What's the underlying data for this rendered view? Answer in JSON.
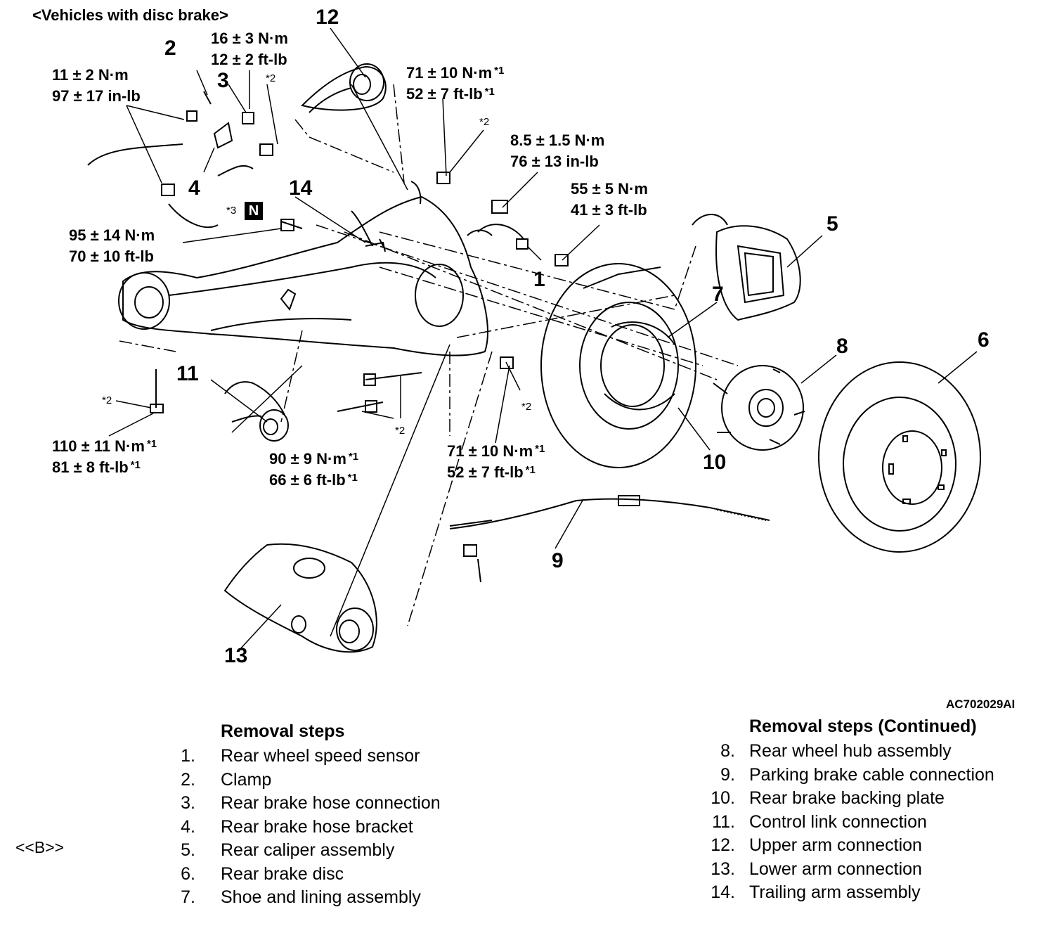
{
  "diagram": {
    "header": "<Vehicles with disc brake>",
    "figure_code": "AC702029AI",
    "callouts": [
      "1",
      "2",
      "3",
      "4",
      "5",
      "6",
      "7",
      "8",
      "9",
      "10",
      "11",
      "12",
      "13",
      "14"
    ],
    "torque": {
      "t1": {
        "nm": "16 ± 3 N·m",
        "ftlb": "12 ± 2 ft-lb"
      },
      "t2": {
        "nm": "11 ± 2 N·m",
        "ftlb": "97 ± 17 in-lb"
      },
      "t3": {
        "nm": "71 ± 10 N·m",
        "ftlb": "52 ± 7 ft-lb",
        "mark": "*1"
      },
      "t4": {
        "nm": "8.5 ± 1.5 N·m",
        "ftlb": "76 ± 13 in-lb"
      },
      "t5": {
        "nm": "55 ± 5 N·m",
        "ftlb": "41 ± 3 ft-lb"
      },
      "t6": {
        "nm": "95 ± 14 N·m",
        "ftlb": "70 ± 10 ft-lb"
      },
      "t7": {
        "nm": "110 ± 11 N·m",
        "ftlb": "81 ± 8 ft-lb",
        "mark": "*1"
      },
      "t8": {
        "nm": "90 ± 9 N·m",
        "ftlb": "66 ± 6 ft-lb",
        "mark": "*1"
      },
      "t9": {
        "nm": "71 ± 10 N·m",
        "ftlb": "52 ± 7 ft-lb",
        "mark": "*1"
      }
    },
    "notes": {
      "star2": "*2",
      "star3": "*3",
      "n_badge": "N"
    },
    "marker": "<<B>>"
  },
  "removal_steps": {
    "title": "Removal steps",
    "items": [
      {
        "n": "1.",
        "text": "Rear wheel speed sensor"
      },
      {
        "n": "2.",
        "text": "Clamp"
      },
      {
        "n": "3.",
        "text": "Rear brake hose connection"
      },
      {
        "n": "4.",
        "text": "Rear brake hose bracket"
      },
      {
        "n": "5.",
        "text": "Rear caliper assembly"
      },
      {
        "n": "6.",
        "text": "Rear brake disc"
      },
      {
        "n": "7.",
        "text": "Shoe and lining assembly"
      }
    ]
  },
  "removal_steps_continued": {
    "title": "Removal steps (Continued)",
    "items": [
      {
        "n": "8.",
        "text": "Rear wheel hub assembly"
      },
      {
        "n": "9.",
        "text": "Parking brake cable connection"
      },
      {
        "n": "10.",
        "text": "Rear brake backing plate"
      },
      {
        "n": "11.",
        "text": "Control link connection"
      },
      {
        "n": "12.",
        "text": "Upper arm connection"
      },
      {
        "n": "13.",
        "text": "Lower arm connection"
      },
      {
        "n": "14.",
        "text": "Trailing arm assembly"
      }
    ]
  }
}
